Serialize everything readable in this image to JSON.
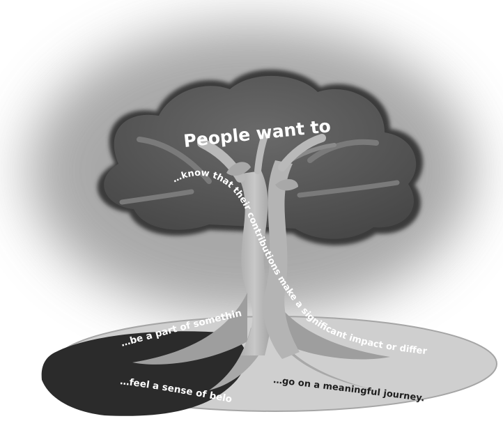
{
  "title": "People want to",
  "branches": {
    "contributions": "…know that their contributions make a significant impact or difference.",
    "something_big": "…be a part of something big.",
    "belonging": "…feel a sense of belonging.",
    "journey": "…go on a meaningful journey."
  },
  "colors": {
    "haze": "#8c8c8c",
    "crown": "#575757",
    "crown_edge": "#3a3a3a",
    "trunk": "#b9b9b9",
    "ground": "#cfcfcf",
    "shadow": "#2b2b2b",
    "text": "#ffffff"
  }
}
